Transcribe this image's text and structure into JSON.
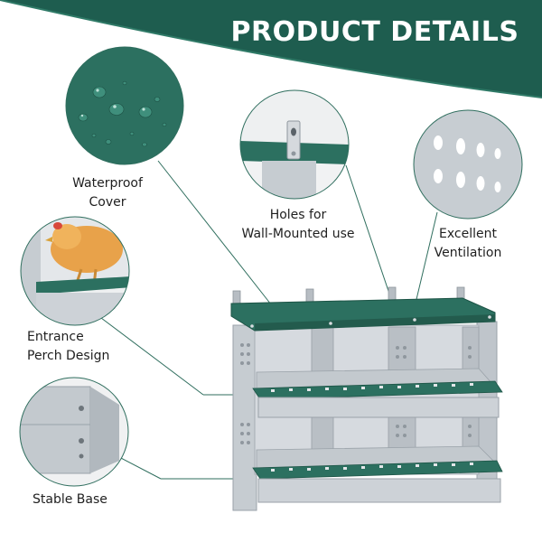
{
  "header": {
    "title": "PRODUCT DETAILS"
  },
  "features": {
    "waterproof_cover": {
      "line1": "Waterproof",
      "line2": "Cover"
    },
    "wall_holes": {
      "line1": "Holes for",
      "line2": "Wall-Mounted use"
    },
    "ventilation": {
      "line1": "Excellent",
      "line2": "Ventilation"
    },
    "entrance_perch": {
      "line1": "Entrance",
      "line2": "Perch Design"
    },
    "stable_base": {
      "line1": "Stable Base"
    }
  },
  "colors": {
    "brand_green": "#1e5d4f",
    "cover_green": "#2c7060",
    "metal": "#c9ced3",
    "metal_dark": "#a6adb4",
    "leader_line": "#2f6e5e"
  }
}
